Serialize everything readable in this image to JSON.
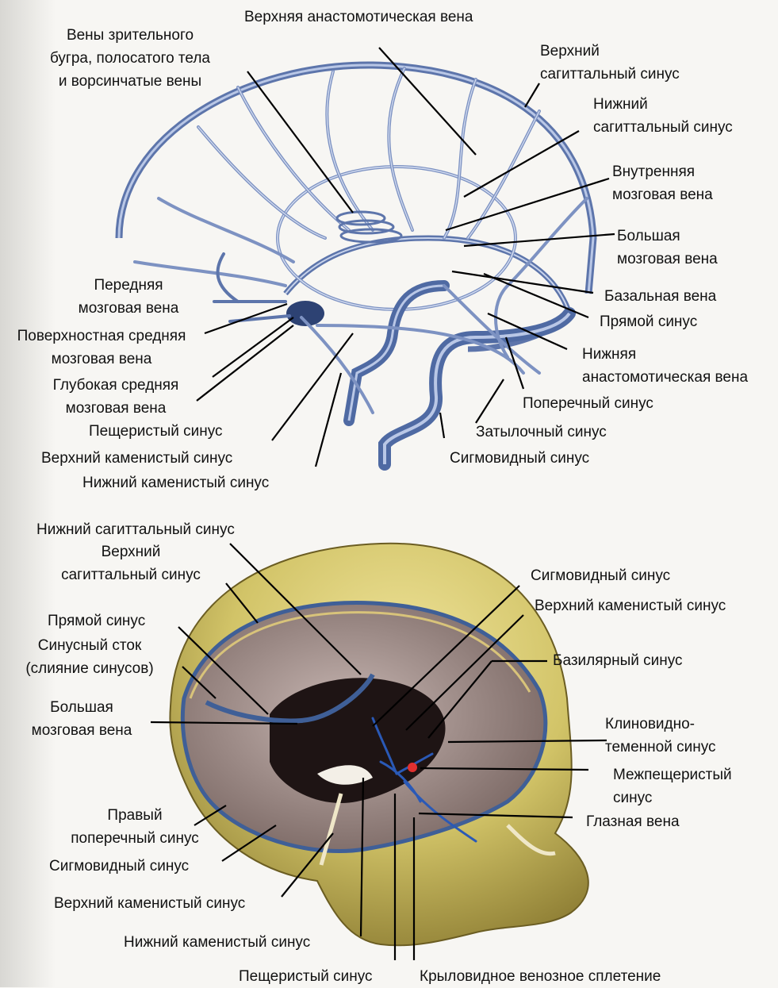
{
  "top": {
    "superior_anastomotic_vein": "Верхняя анастомотическая вена",
    "thalamostriate_veins": [
      "Вены зрительного",
      "бугра, полосатого тела",
      "и ворсинчатые вены"
    ],
    "superior_sagittal_sinus": [
      "Верхний",
      "сагиттальный синус"
    ],
    "inferior_sagittal_sinus": [
      "Нижний",
      "сагиттальный синус"
    ],
    "internal_cerebral_vein": [
      "Внутренняя",
      "мозговая вена"
    ],
    "great_cerebral_vein": [
      "Большая",
      "мозговая вена"
    ],
    "basal_vein": "Базальная вена",
    "straight_sinus": "Прямой синус",
    "inferior_anastomotic_vein": [
      "Нижняя",
      "анастомотическая вена"
    ],
    "transverse_sinus": "Поперечный синус",
    "occipital_sinus": "Затылочный синус",
    "sigmoid_sinus": "Сигмовидный синус",
    "anterior_cerebral_vein": [
      "Передняя",
      "мозговая вена"
    ],
    "superficial_middle_cerebral_vein": [
      "Поверхностная средняя",
      "мозговая вена"
    ],
    "deep_middle_cerebral_vein": [
      "Глубокая средняя",
      "мозговая вена"
    ],
    "cavernous_sinus": "Пещеристый синус",
    "superior_petrosal_sinus": "Верхний каменистый синус",
    "inferior_petrosal_sinus": "Нижний каменистый синус"
  },
  "bottom": {
    "inferior_sagittal_sinus": "Нижний сагиттальный синус",
    "superior_sagittal_sinus": [
      "Верхний",
      "сагиттальный синус"
    ],
    "straight_sinus": "Прямой синус",
    "confluence": [
      "Синусный сток",
      "(слияние синусов)"
    ],
    "great_cerebral_vein": [
      "Большая",
      "мозговая вена"
    ],
    "right_transverse_sinus": [
      "Правый",
      "поперечный синус"
    ],
    "sigmoid_sinus_left": "Сигмовидный синус",
    "superior_petrosal_sinus_left": "Верхний каменистый синус",
    "inferior_petrosal_sinus": "Нижний каменистый синус",
    "cavernous_sinus": "Пещеристый синус",
    "pterygoid_plexus": "Крыловидное венозное сплетение",
    "sigmoid_sinus_right": "Сигмовидный синус",
    "superior_petrosal_sinus_right": "Верхний каменистый синус",
    "basilar_sinus": "Базилярный синус",
    "sphenoparietal_sinus": [
      "Клиновидно-",
      "теменной синус"
    ],
    "intercavernous_sinus": [
      "Межпещеристый",
      "синус"
    ],
    "ophthalmic_vein": "Глазная вена"
  },
  "colors": {
    "vein": "#6d84b8",
    "vein_light": "#b9c7e6",
    "sinus_dark": "#3f5f97",
    "skull": "#d2c468",
    "skull_shade": "#8f7f35",
    "brain_cavity": "#8e7d7b",
    "cavity_dark": "#1e1414",
    "leader_line": "#000000",
    "eye_spot": "#e03030"
  }
}
